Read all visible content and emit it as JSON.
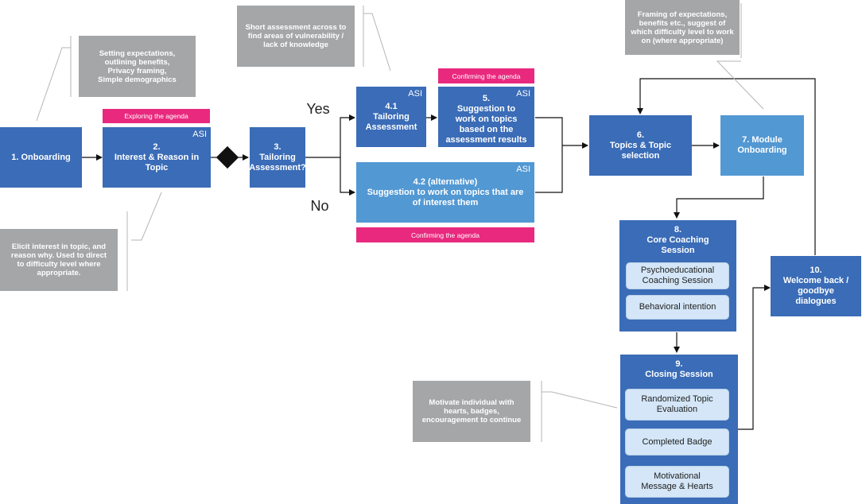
{
  "nodes": {
    "onboarding": "1. Onboarding",
    "interest": "2.\nInterest & Reason in\nTopic",
    "tailoring_q": "3.\nTailoring\nAssessment?",
    "tailoring_41": "4.1\nTailoring\nAssessment",
    "alt_42": "4.2 (alternative)\nSuggestion to work on topics that are\nof interest them",
    "suggestion_5": "5.\nSuggestion to\nwork on topics\nbased on the\nassessment results",
    "topics_6": "6.\nTopics & Topic\nselection",
    "module_7": "7. Module\nOnboarding",
    "welcome_10": "10.\nWelcome back /\ngoodbye\ndialogues"
  },
  "asi_label": "ASI",
  "core_session": {
    "title": "8.\nCore Coaching\nSession",
    "items": [
      "Psychoeducational\nCoaching Session",
      "Behavioral intention"
    ]
  },
  "closing_session": {
    "title": "9.\nClosing Session",
    "items": [
      "Randomized Topic\nEvaluation",
      "Completed Badge",
      "Motivational\nMessage & Hearts"
    ]
  },
  "notes": {
    "setting": "Setting expectations,\noutlining benefits,\nPrivacy framing,\nSimple demographics",
    "elicit": "Elicit interest in topic, and\nreason why. Used to direct\nto difficulty level where\nappropriate.",
    "short_assessment": "Short assessment across to\nfind areas of vulnerability /\nlack of knowledge",
    "framing": "Framing of expectations,\nbenefits etc., suggest of\nwhich difficulty level to work\non (where appropriate)",
    "motivate": "Motivate individual with\nhearts, badges,\nencouragement to continue"
  },
  "tags": {
    "exploring": "Exploring the agenda",
    "confirming_top": "Confirming the agenda",
    "confirming_bottom": "Confirming the agenda"
  },
  "branches": {
    "yes": "Yes",
    "no": "No"
  },
  "colors": {
    "node": "#3a6cb7",
    "node_light": "#5298d3",
    "note": "#a4a6a8",
    "tag": "#e8297e",
    "sub": "#d4e6f7"
  }
}
